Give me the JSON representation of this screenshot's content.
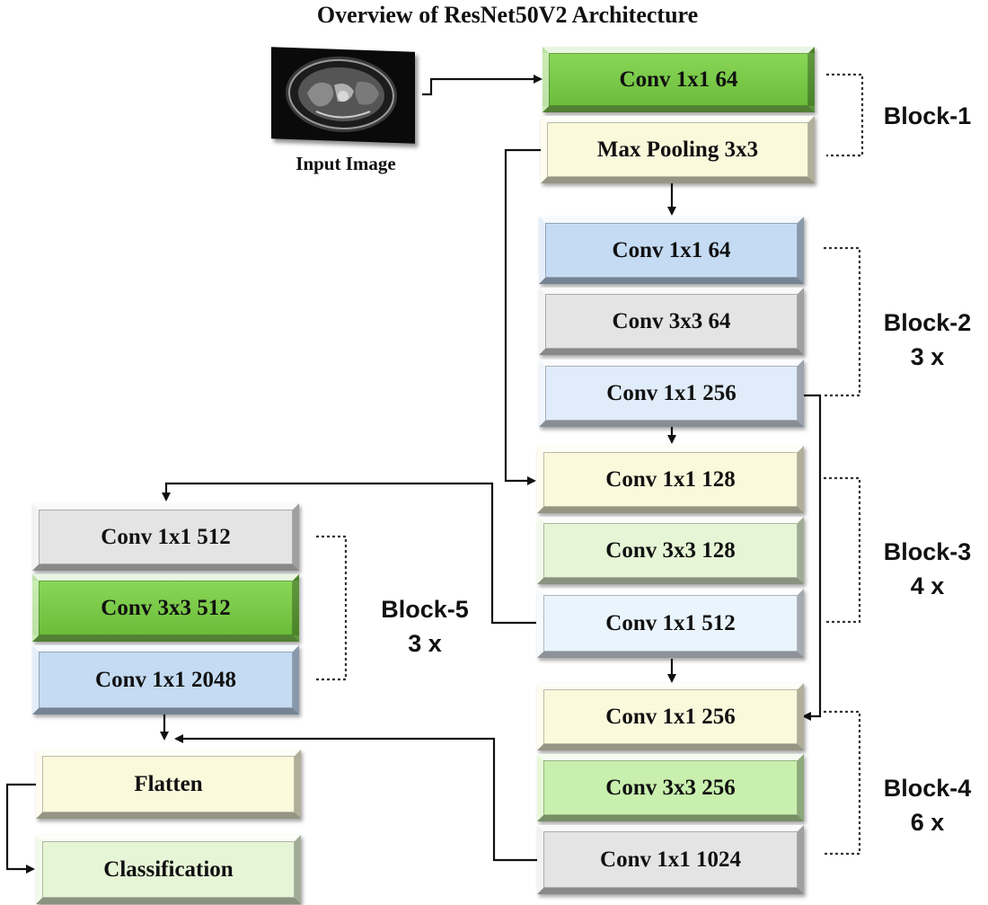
{
  "title": "Overview of ResNet50V2 Architecture",
  "input": {
    "caption": "Input Image"
  },
  "boxes": {
    "b1_conv": "Conv 1x1 64",
    "b1_pool": "Max Pooling 3x3",
    "b2_c1": "Conv 1x1 64",
    "b2_c2": "Conv 3x3 64",
    "b2_c3": "Conv 1x1 256",
    "b3_c1": "Conv 1x1 128",
    "b3_c2": "Conv 3x3 128",
    "b3_c3": "Conv 1x1 512",
    "b4_c1": "Conv 1x1 256",
    "b4_c2": "Conv 3x3 256",
    "b4_c3": "Conv 1x1 1024",
    "b5_c1": "Conv 1x1 512",
    "b5_c2": "Conv 3x3 512",
    "b5_c3": "Conv 1x1 2048",
    "flatten": "Flatten",
    "classification": "Classification"
  },
  "blocks": {
    "block1": {
      "name": "Block-1"
    },
    "block2": {
      "name": "Block-2",
      "repeat": "3 x"
    },
    "block3": {
      "name": "Block-3",
      "repeat": "4 x"
    },
    "block4": {
      "name": "Block-4",
      "repeat": "6 x"
    },
    "block5": {
      "name": "Block-5",
      "repeat": "3 x"
    }
  },
  "colors": {
    "green_strong": "#77c843",
    "green_light": "#c9efae",
    "green_pale": "#e6f5d6",
    "yellow_pale": "#fbf9dc",
    "blue": "#c4dbf3",
    "blue_light": "#e0ecf9",
    "blue_pale": "#eaf4fc",
    "gray": "#e4e4e4"
  }
}
